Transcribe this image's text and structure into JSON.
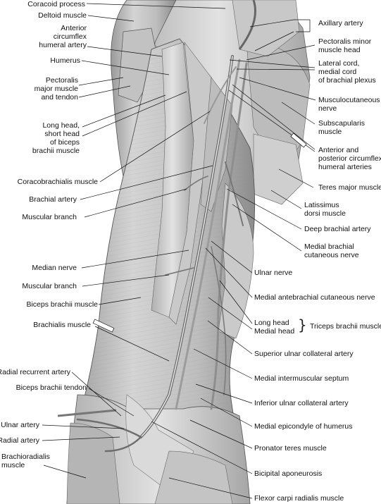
{
  "figure": {
    "labels_left": [
      "Coracoid process",
      "Deltoid muscle",
      "Anterior\ncircumflex\nhumeral artery",
      "Humerus",
      "Pectoralis\nmajor muscle\nand tendon",
      "Long head,\nshort head\nof biceps\nbrachii muscle",
      "Coracobrachialis muscle",
      "Brachial artery",
      "Muscular branch",
      "Median nerve",
      "Muscular branch",
      "Biceps brachii muscle",
      "Brachialis muscle",
      "Radial recurrent artery",
      "Biceps brachii tendon",
      "Ulnar artery",
      "Radial artery",
      "Brachioradialis\nmuscle"
    ],
    "labels_right": [
      "Axillary artery",
      "Pectoralis minor\nmuscle head",
      "Lateral cord,\nmedial cord\nof brachial plexus",
      "Musculocutaneous\nnerve",
      "Subscapularis\nmuscle",
      "Anterior and\nposterior circumflex\nhumeral arteries",
      "Teres major muscle",
      "Latissimus\ndorsi muscle",
      "Deep brachial artery",
      "Medial brachial\ncutaneous nerve",
      "Ulnar nerve",
      "Medial antebrachial cutaneous nerve",
      "Long head\nMedial head",
      "Triceps brachii muscle",
      "Superior ulnar collateral artery",
      "Medial intermuscular septum",
      "Inferior ulnar collateral artery",
      "Medial epicondyle of humerus",
      "Pronator teres muscle",
      "Bicipital aponeurosis",
      "Flexor carpi radialis muscle"
    ]
  }
}
